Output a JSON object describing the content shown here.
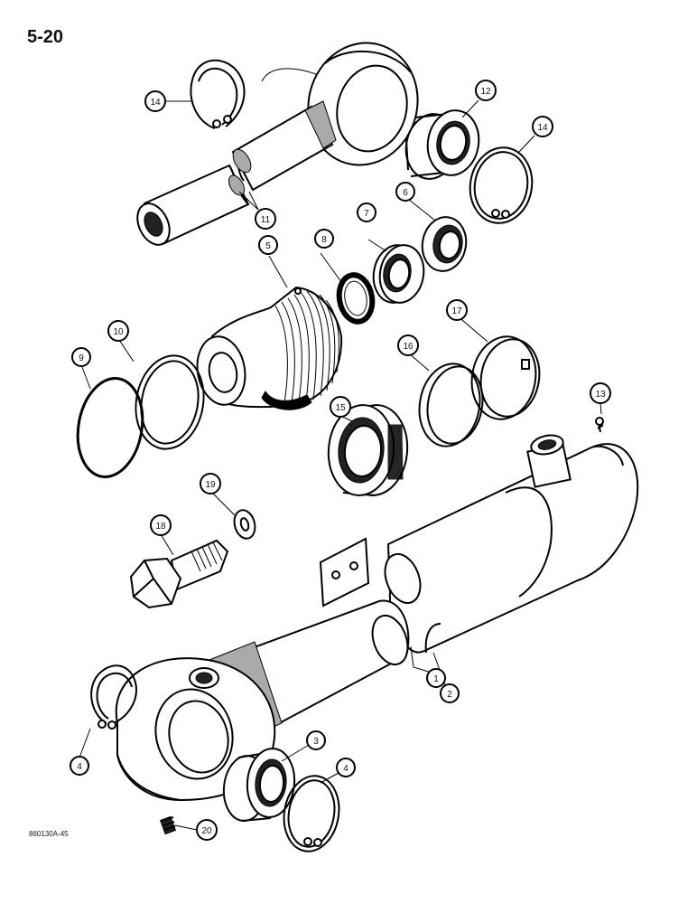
{
  "page_number": "5-20",
  "drawing_code": "860130A-45",
  "callouts": [
    {
      "id": "c1",
      "label": "1"
    },
    {
      "id": "c2",
      "label": "2"
    },
    {
      "id": "c3",
      "label": "3"
    },
    {
      "id": "c4a",
      "label": "4"
    },
    {
      "id": "c4b",
      "label": "4"
    },
    {
      "id": "c5",
      "label": "5"
    },
    {
      "id": "c6",
      "label": "6"
    },
    {
      "id": "c7",
      "label": "7"
    },
    {
      "id": "c8",
      "label": "8"
    },
    {
      "id": "c9",
      "label": "9"
    },
    {
      "id": "c10",
      "label": "10"
    },
    {
      "id": "c11",
      "label": "11"
    },
    {
      "id": "c12",
      "label": "12"
    },
    {
      "id": "c13",
      "label": "13"
    },
    {
      "id": "c14a",
      "label": "14"
    },
    {
      "id": "c14b",
      "label": "14"
    },
    {
      "id": "c15",
      "label": "15"
    },
    {
      "id": "c16",
      "label": "16"
    },
    {
      "id": "c17",
      "label": "17"
    },
    {
      "id": "c18",
      "label": "18"
    },
    {
      "id": "c19",
      "label": "19"
    },
    {
      "id": "c20",
      "label": "20"
    }
  ]
}
